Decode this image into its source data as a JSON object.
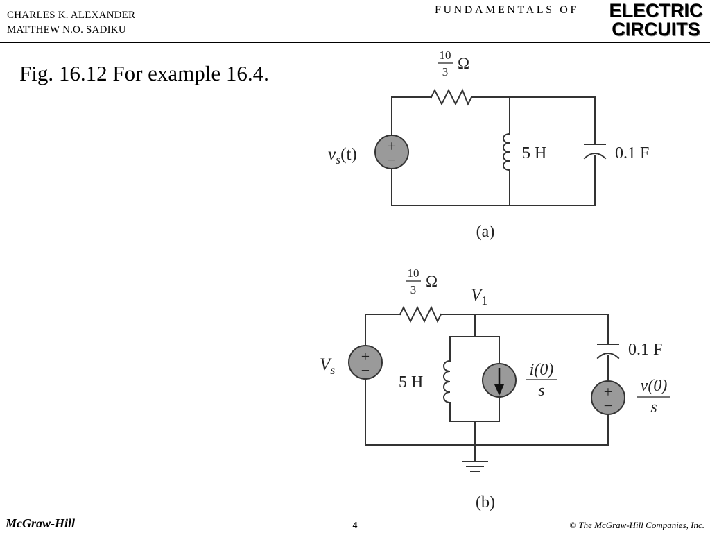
{
  "header": {
    "author_1": "CHARLES K. ALEXANDER",
    "author_2": "MATTHEW N.O. SADIKU",
    "series": "FUNDAMENTALS OF",
    "brand_line_1": "ELECTRIC",
    "brand_line_2": "CIRCUITS"
  },
  "slide": {
    "title": "Fig. 16.12 For example 16.4."
  },
  "circuit_a": {
    "resistor_num": "10",
    "resistor_den": "3",
    "resistor_unit": "Ω",
    "source_label": "v",
    "source_sub": "s",
    "source_arg": "(t)",
    "source_plus": "+",
    "source_minus": "−",
    "inductor_label": "5 H",
    "capacitor_label": "0.1 F",
    "caption": "(a)"
  },
  "circuit_b": {
    "resistor_num": "10",
    "resistor_den": "3",
    "resistor_unit": "Ω",
    "node_label": "V",
    "node_sub": "1",
    "source_label": "V",
    "source_sub": "s",
    "source_plus": "+",
    "source_minus": "−",
    "inductor_label": "5 H",
    "current_num": "i(0)",
    "current_den": "s",
    "capacitor_label": "0.1 F",
    "cap_source_plus": "+",
    "cap_source_minus": "−",
    "voltage_num": "v(0)",
    "voltage_den": "s",
    "caption": "(b)"
  },
  "footer": {
    "publisher": "McGraw-Hill",
    "page_number": "4",
    "copyright": "© The McGraw-Hill Companies, Inc."
  }
}
